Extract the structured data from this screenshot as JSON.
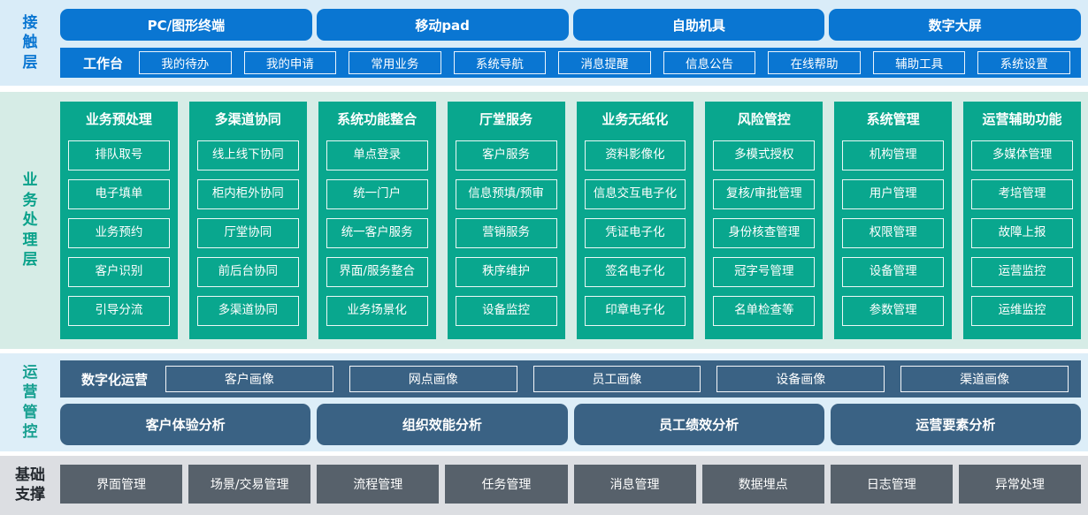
{
  "colors": {
    "contact_accent": "#0a76d2",
    "contact_bg": "#d9ecf8",
    "business_accent": "#09a78e",
    "business_bg": "#d6ece6",
    "operations_accent": "#3a6284",
    "operations_bg": "#ddeef8",
    "foundation_accent": "#57616b",
    "foundation_bg": "#dcdee2",
    "box_text": "#ffffff"
  },
  "contact_layer": {
    "label": "接触层",
    "channels": [
      "PC/图形终端",
      "移动pad",
      "自助机具",
      "数字大屏"
    ],
    "workbench": {
      "label": "工作台",
      "items": [
        "我的待办",
        "我的申请",
        "常用业务",
        "系统导航",
        "消息提醒",
        "信息公告",
        "在线帮助",
        "辅助工具",
        "系统设置"
      ]
    }
  },
  "business_layer": {
    "label": "业务处理层",
    "columns": [
      {
        "title": "业务预处理",
        "items": [
          "排队取号",
          "电子填单",
          "业务预约",
          "客户识别",
          "引导分流"
        ]
      },
      {
        "title": "多渠道协同",
        "items": [
          "线上线下协同",
          "柜内柜外协同",
          "厅堂协同",
          "前后台协同",
          "多渠道协同"
        ]
      },
      {
        "title": "系统功能整合",
        "items": [
          "单点登录",
          "统一门户",
          "统一客户服务",
          "界面/服务整合",
          "业务场景化"
        ]
      },
      {
        "title": "厅堂服务",
        "items": [
          "客户服务",
          "信息预填/预审",
          "营销服务",
          "秩序维护",
          "设备监控"
        ]
      },
      {
        "title": "业务无纸化",
        "items": [
          "资料影像化",
          "信息交互电子化",
          "凭证电子化",
          "签名电子化",
          "印章电子化"
        ]
      },
      {
        "title": "风险管控",
        "items": [
          "多模式授权",
          "复核/审批管理",
          "身份核查管理",
          "冠字号管理",
          "名单检查等"
        ]
      },
      {
        "title": "系统管理",
        "items": [
          "机构管理",
          "用户管理",
          "权限管理",
          "设备管理",
          "参数管理"
        ]
      },
      {
        "title": "运营辅助功能",
        "items": [
          "多媒体管理",
          "考培管理",
          "故障上报",
          "运营监控",
          "运维监控"
        ]
      }
    ]
  },
  "operations_layer": {
    "label": "运营管控",
    "digital_ops": {
      "label": "数字化运营",
      "items": [
        "客户画像",
        "网点画像",
        "员工画像",
        "设备画像",
        "渠道画像"
      ]
    },
    "analysis": [
      "客户体验分析",
      "组织效能分析",
      "员工绩效分析",
      "运营要素分析"
    ]
  },
  "foundation_layer": {
    "label": "基础支撑",
    "items": [
      "界面管理",
      "场景/交易管理",
      "流程管理",
      "任务管理",
      "消息管理",
      "数据埋点",
      "日志管理",
      "异常处理"
    ]
  }
}
